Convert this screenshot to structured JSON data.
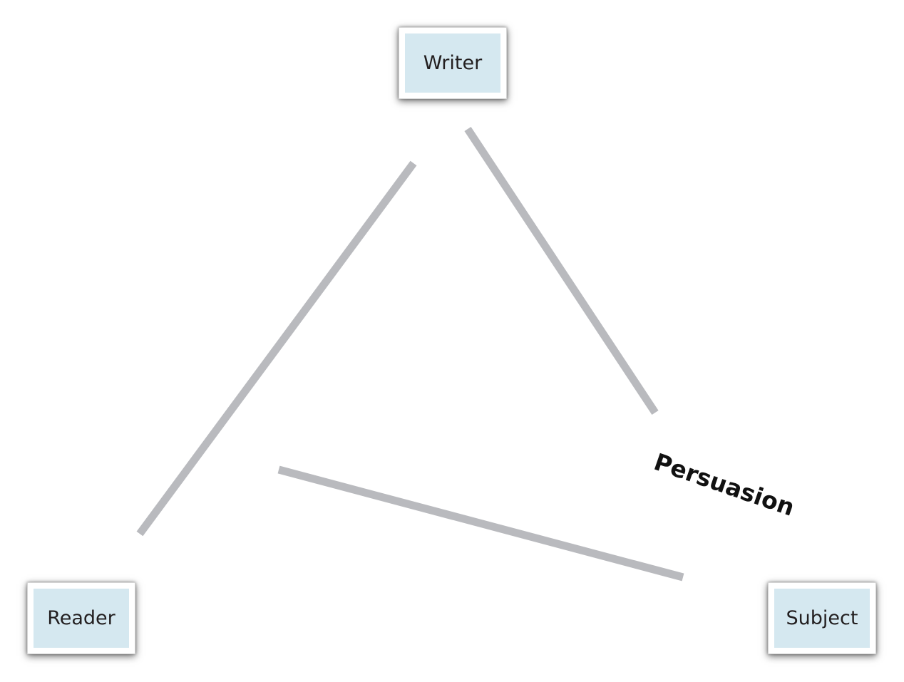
{
  "diagram": {
    "nodes": {
      "writer": "Writer",
      "reader": "Reader",
      "subject": "Subject"
    },
    "edges": [
      {
        "from": "Writer",
        "to": "Reader"
      },
      {
        "from": "Writer",
        "to": "Subject"
      },
      {
        "from": "Reader",
        "to": "Subject"
      }
    ],
    "edge_label": "Persuasion"
  },
  "colors": {
    "edge": "#b9babe",
    "node_fill": "#d5e8f0",
    "node_border": "#ffffff",
    "text": "#231f20"
  }
}
